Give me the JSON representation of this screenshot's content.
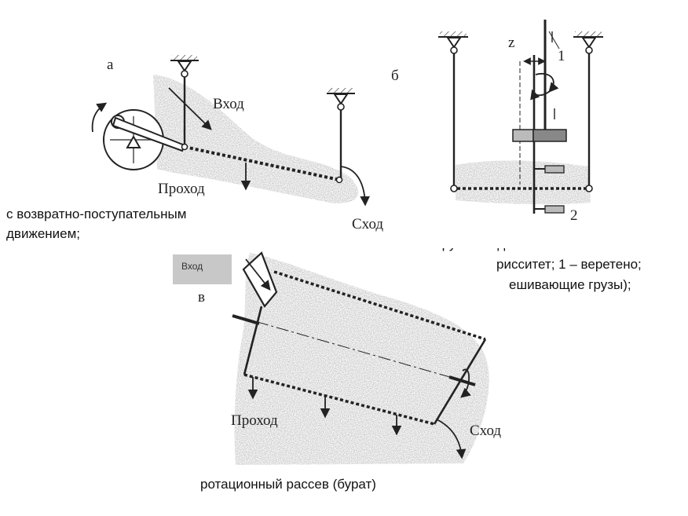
{
  "panel_a": {
    "letter": "а",
    "inlet": "Вход",
    "underflow": "Проход",
    "overflow": "Сход",
    "caption_line1": "с возвратно-поступательным",
    "caption_line2": "движением;"
  },
  "panel_b": {
    "letter": "б",
    "label_z": "z",
    "label_1": "1",
    "label_2": "2",
    "caption_line1": "с круговым  движением",
    "caption_line2": "рисситет; 1 – веретено;",
    "caption_line3": "ешивающие грузы);"
  },
  "panel_v": {
    "letter": "в",
    "inlet_box": "Вход",
    "underflow": "Проход",
    "overflow": "Сход",
    "caption": "ротационный рассев (бурат)"
  },
  "colors": {
    "ink": "#222222",
    "material": "#bdbdbd",
    "inlet_box": "#c8c8c8"
  }
}
